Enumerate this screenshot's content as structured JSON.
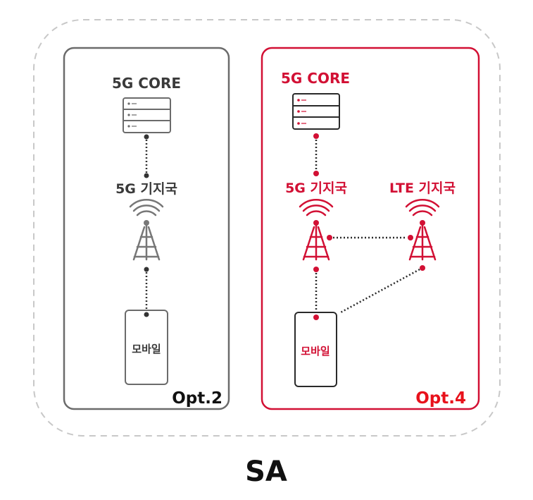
{
  "colors": {
    "gray": "#6b6b6b",
    "red": "#d21034",
    "dark": "#2a2a2a",
    "dashed_border": "#c8c8c8"
  },
  "left_panel": {
    "core_label": "5G CORE",
    "station_label": "5G 기지국",
    "mobile_label": "모바일",
    "option_label": "Opt.2"
  },
  "right_panel": {
    "core_label": "5G CORE",
    "station_5g_label": "5G 기지국",
    "station_lte_label": "LTE 기지국",
    "mobile_label": "모바일",
    "option_label": "Opt.4"
  },
  "caption": "SA"
}
